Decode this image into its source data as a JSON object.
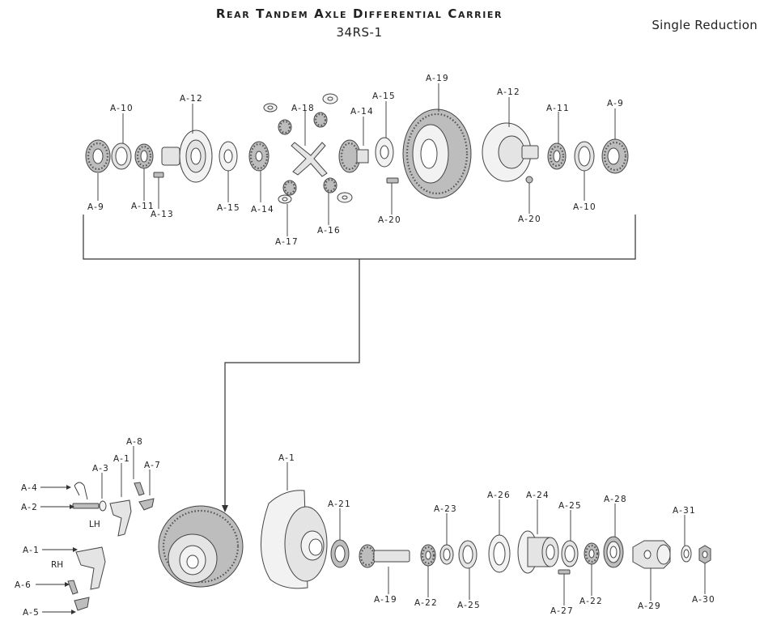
{
  "header": {
    "title": "Rear Tandem Axle Differential Carrier",
    "model": "34RS-1",
    "variant": "Single Reduction"
  },
  "callouts_top": [
    "A-10",
    "A-12",
    "A-18",
    "A-15",
    "A-19",
    "A-12",
    "A-11",
    "A-9",
    "A-14",
    "A-9",
    "A-11",
    "A-13",
    "A-15",
    "A-14",
    "A-17",
    "A-16",
    "A-20",
    "A-20",
    "A-10"
  ],
  "callouts_bottom": [
    "A-8",
    "A-1",
    "A-3",
    "A-7",
    "A-4",
    "A-2",
    "A-1",
    "A-6",
    "A-5",
    "A-1",
    "A-21",
    "A-23",
    "A-26",
    "A-24",
    "A-25",
    "A-28",
    "A-31",
    "A-19",
    "A-22",
    "A-25",
    "A-27",
    "A-22",
    "A-29",
    "A-30"
  ],
  "side_labels": {
    "lh": "LH",
    "rh": "RH"
  }
}
